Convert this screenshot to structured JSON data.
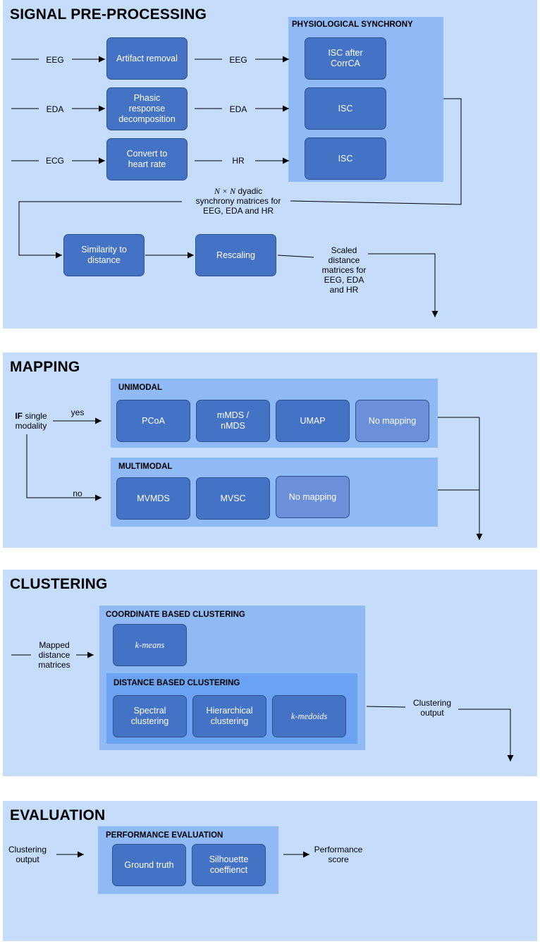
{
  "preprocessing": {
    "title": "SIGNAL PRE-PROCESSING",
    "inputs": {
      "eeg": "EEG",
      "eda": "EDA",
      "ecg": "ECG"
    },
    "steps": {
      "artifact_removal": "Artifact removal",
      "phasic": "Phasic\nresponse\ndecomposition",
      "convert_hr": "Convert to\nheart rate"
    },
    "outputs": {
      "eeg": "EEG",
      "eda": "EDA",
      "hr": "HR"
    },
    "synchrony": {
      "title": "PHYSIOLOGICAL SYNCHRONY",
      "isc_corrca": "ISC after\nCorrCA",
      "isc_eda": "ISC",
      "isc_hr": "ISC"
    },
    "matrix_label_math": "N × N",
    "matrix_label_text": " dyadic\nsynchrony matrices for\nEEG, EDA and HR",
    "similarity": "Similarity to\ndistance",
    "rescaling": "Rescaling",
    "scaled_label": "Scaled\ndistance\nmatrices for\nEEG, EDA\nand HR"
  },
  "mapping": {
    "title": "MAPPING",
    "condition_bold": "IF",
    "condition_rest": " single\nmodality",
    "yes": "yes",
    "no": "no",
    "unimodal": {
      "title": "UNIMODAL",
      "pcoa": "PCoA",
      "mmds": "mMDS /\nnMDS",
      "umap": "UMAP",
      "none": "No mapping"
    },
    "multimodal": {
      "title": "MULTIMODAL",
      "mvmds": "MVMDS",
      "mvsc": "MVSC",
      "none": "No mapping"
    }
  },
  "clustering": {
    "title": "CLUSTERING",
    "input_label": "Mapped\ndistance\nmatrices",
    "coordinate": {
      "title": "COORDINATE BASED CLUSTERING",
      "kmeans": "k-means"
    },
    "distance": {
      "title": "DISTANCE BASED CLUSTERING",
      "spectral": "Spectral\nclustering",
      "hierarchical": "Hierarchical\nclustering",
      "kmedoids": "k-medoids"
    },
    "output_label": "Clustering\noutput"
  },
  "evaluation": {
    "title": "EVALUATION",
    "input_label": "Clustering\noutput",
    "group_title": "PERFORMANCE EVALUATION",
    "ground_truth": "Ground truth",
    "silhouette": "Silhouette\ncoeffienct",
    "output_label": "Performance\nscore"
  }
}
